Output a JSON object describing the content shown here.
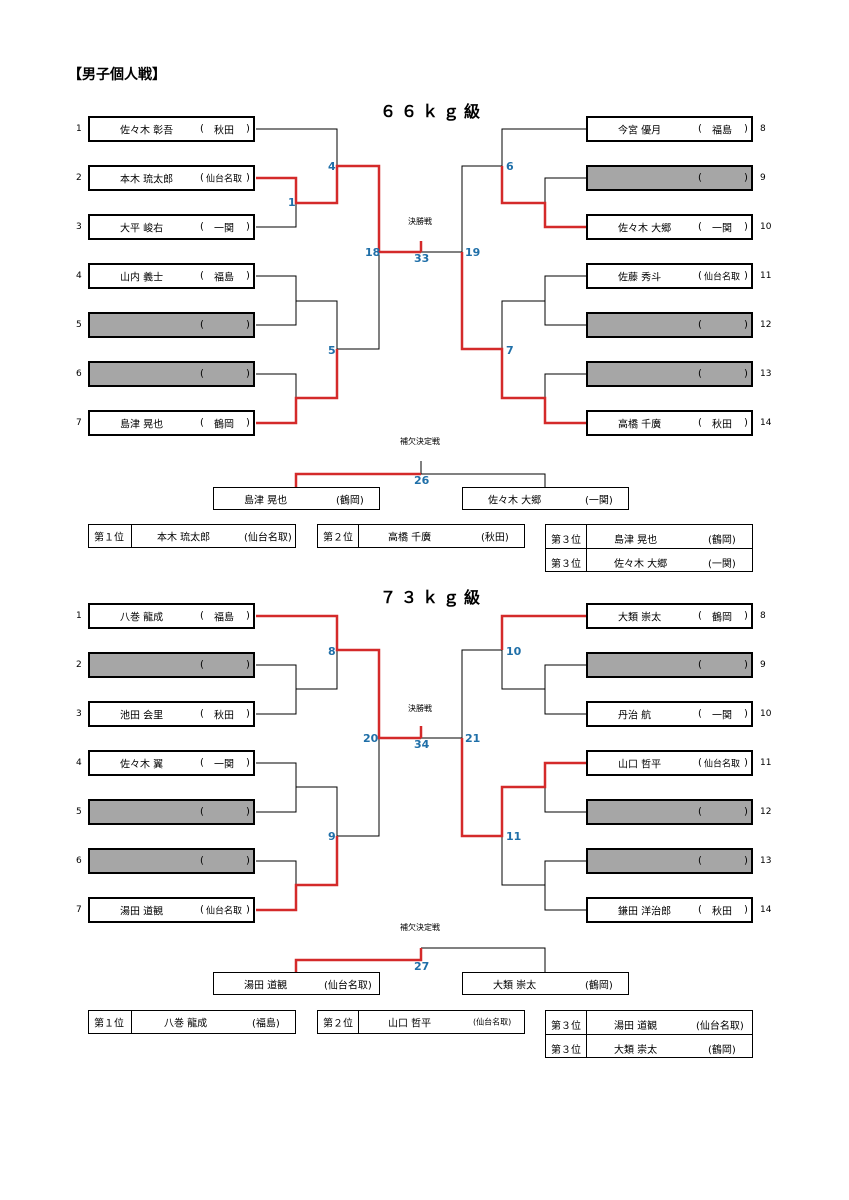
{
  "title": "【男子個人戦】",
  "labels": {
    "final": "決勝戦",
    "third": "補欠決定戦"
  },
  "w66": {
    "heading": "６６ｋｇ級",
    "left": [
      {
        "seed": "1",
        "name": "佐々木 彰吾",
        "pref": "秋田",
        "gray": false
      },
      {
        "seed": "2",
        "name": "本木 琉太郎",
        "pref": "仙台名取",
        "gray": false
      },
      {
        "seed": "3",
        "name": "大平 峻右",
        "pref": "一関",
        "gray": false
      },
      {
        "seed": "4",
        "name": "山内 義士",
        "pref": "福島",
        "gray": false
      },
      {
        "seed": "5",
        "name": "",
        "pref": "",
        "gray": true
      },
      {
        "seed": "6",
        "name": "",
        "pref": "",
        "gray": true
      },
      {
        "seed": "7",
        "name": "島津 晃也",
        "pref": "鶴岡",
        "gray": false
      }
    ],
    "right": [
      {
        "seed": "8",
        "name": "今宮 優月",
        "pref": "福島",
        "gray": false
      },
      {
        "seed": "9",
        "name": "",
        "pref": "",
        "gray": true
      },
      {
        "seed": "10",
        "name": "佐々木 大郷",
        "pref": "一関",
        "gray": false
      },
      {
        "seed": "11",
        "name": "佐藤 秀斗",
        "pref": "仙台名取",
        "gray": false
      },
      {
        "seed": "12",
        "name": "",
        "pref": "",
        "gray": true
      },
      {
        "seed": "13",
        "name": "",
        "pref": "",
        "gray": true
      },
      {
        "seed": "14",
        "name": "高橋 千廣",
        "pref": "秋田",
        "gray": false
      }
    ],
    "matches": {
      "m1": "1",
      "m4": "4",
      "m5": "5",
      "m6": "6",
      "m7": "7",
      "m18": "18",
      "m19": "19",
      "mf": "33",
      "m3": "26"
    },
    "third_match": [
      {
        "name": "島津 晃也",
        "pref": "(鶴岡)"
      },
      {
        "name": "佐々木 大郷",
        "pref": "(一関)"
      }
    ],
    "results": {
      "first": {
        "place": "第１位",
        "name": "本木 琉太郎",
        "pref": "(仙台名取)"
      },
      "second": {
        "place": "第２位",
        "name": "高橋 千廣",
        "pref": "(秋田)"
      },
      "third": [
        {
          "place": "第３位",
          "name": "島津 晃也",
          "pref": "(鶴岡)"
        },
        {
          "place": "第３位",
          "name": "佐々木 大郷",
          "pref": "(一関)"
        }
      ]
    }
  },
  "w73": {
    "heading": "７３ｋｇ級",
    "left": [
      {
        "seed": "1",
        "name": "八巻 龍成",
        "pref": "福島",
        "gray": false
      },
      {
        "seed": "2",
        "name": "",
        "pref": "",
        "gray": true
      },
      {
        "seed": "3",
        "name": "池田 会里",
        "pref": "秋田",
        "gray": false
      },
      {
        "seed": "4",
        "name": "佐々木 翼",
        "pref": "一関",
        "gray": false
      },
      {
        "seed": "5",
        "name": "",
        "pref": "",
        "gray": true
      },
      {
        "seed": "6",
        "name": "",
        "pref": "",
        "gray": true
      },
      {
        "seed": "7",
        "name": "湯田 道観",
        "pref": "仙台名取",
        "gray": false
      }
    ],
    "right": [
      {
        "seed": "8",
        "name": "大類 崇太",
        "pref": "鶴岡",
        "gray": false
      },
      {
        "seed": "9",
        "name": "",
        "pref": "",
        "gray": true
      },
      {
        "seed": "10",
        "name": "丹治 航",
        "pref": "一関",
        "gray": false
      },
      {
        "seed": "11",
        "name": "山口 哲平",
        "pref": "仙台名取",
        "gray": false
      },
      {
        "seed": "12",
        "name": "",
        "pref": "",
        "gray": true
      },
      {
        "seed": "13",
        "name": "",
        "pref": "",
        "gray": true
      },
      {
        "seed": "14",
        "name": "鎌田 洋治郎",
        "pref": "秋田",
        "gray": false
      }
    ],
    "matches": {
      "m8": "8",
      "m9": "9",
      "m10": "10",
      "m11": "11",
      "m20": "20",
      "m21": "21",
      "mf": "34",
      "m3": "27"
    },
    "third_match": [
      {
        "name": "湯田 道観",
        "pref": "(仙台名取)"
      },
      {
        "name": "大類 崇太",
        "pref": "(鶴岡)"
      }
    ],
    "results": {
      "first": {
        "place": "第１位",
        "name": "八巻 龍成",
        "pref": "(福島)"
      },
      "second": {
        "place": "第２位",
        "name": "山口 哲平",
        "pref": "(仙台名取)"
      },
      "third": [
        {
          "place": "第３位",
          "name": "湯田 道観",
          "pref": "(仙台名取)"
        },
        {
          "place": "第３位",
          "name": "大類 崇太",
          "pref": "(鶴岡)"
        }
      ]
    }
  }
}
